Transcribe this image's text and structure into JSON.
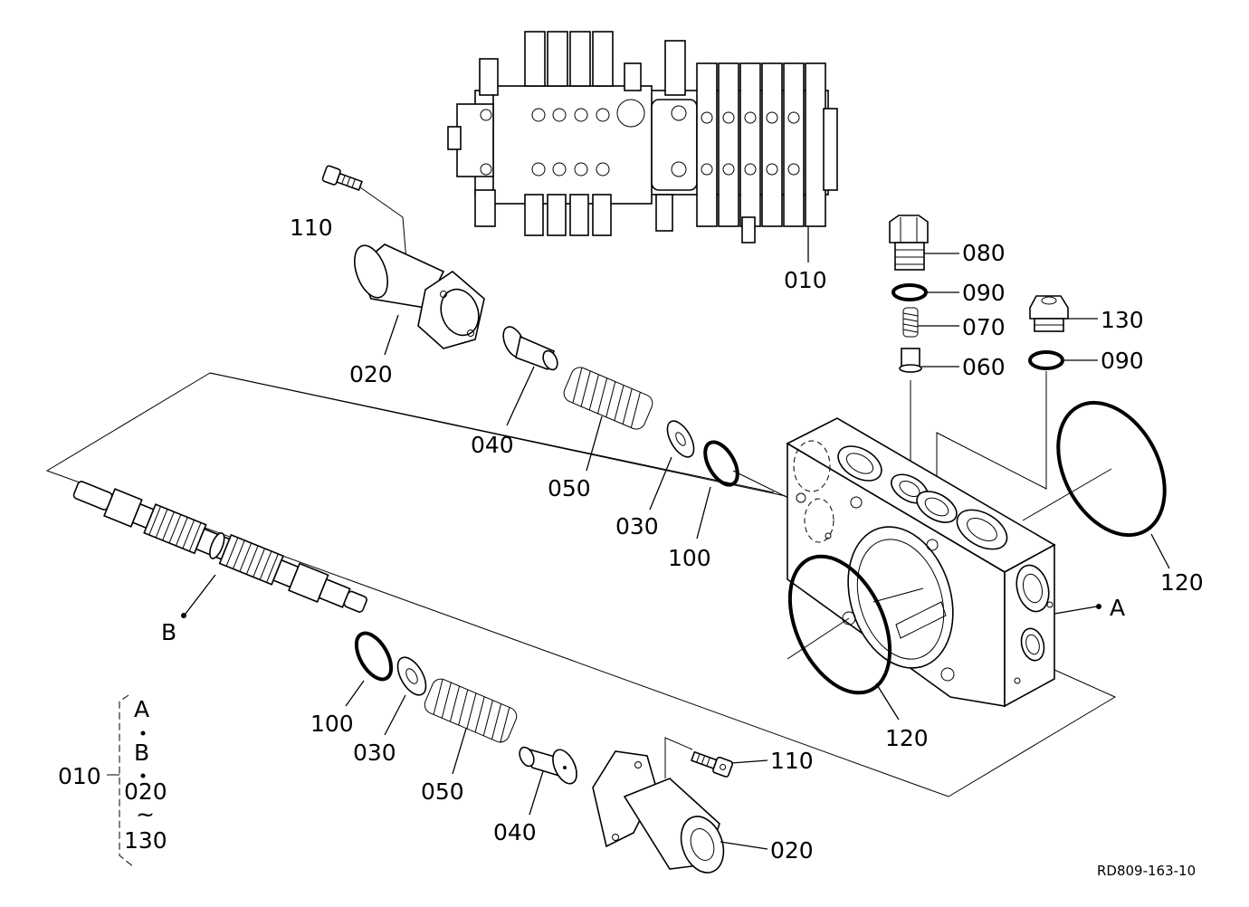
{
  "labels": {
    "p010_top": "010",
    "p110_top": "110",
    "p020_top": "020",
    "p040_top": "040",
    "p050_top": "050",
    "p030_top": "030",
    "p100_top": "100",
    "p080": "080",
    "p090_a": "090",
    "p070": "070",
    "p060": "060",
    "p130": "130",
    "p090_b": "090",
    "p120_right": "120",
    "p120_front": "120",
    "ref_a": "A",
    "ref_b": "B",
    "p100_bot": "100",
    "p030_bot": "030",
    "p050_bot": "050",
    "p040_bot": "040",
    "p110_bot": "110",
    "p020_bot": "020"
  },
  "legend": {
    "assembly": "010",
    "line1": "A",
    "line2": "B",
    "line3": "020",
    "tilde": "~",
    "line4": "130"
  },
  "drawing_code": "RD809-163-10"
}
